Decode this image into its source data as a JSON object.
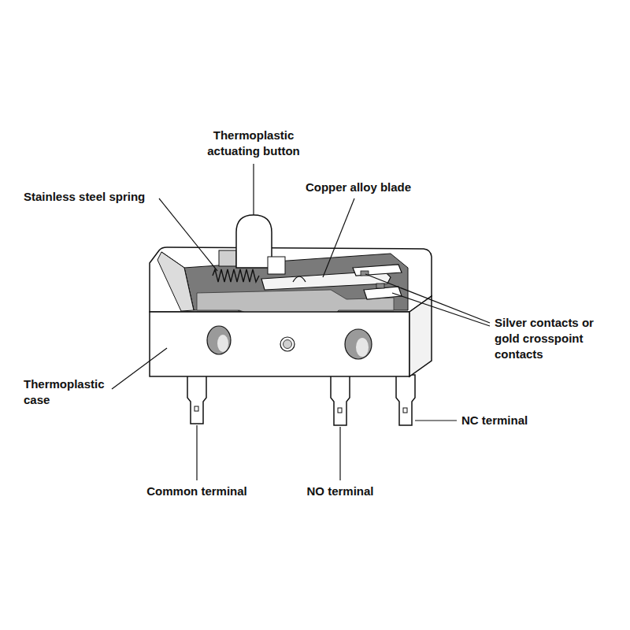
{
  "diagram": {
    "labels": [
      "Thermoplastic actuating button",
      "Stainless steel spring",
      "Copper alloy blade",
      "Silver contacts or gold crosspoint contacts",
      "Thermoplastic case",
      "NC terminal",
      "Common terminal",
      "NO terminal"
    ]
  }
}
